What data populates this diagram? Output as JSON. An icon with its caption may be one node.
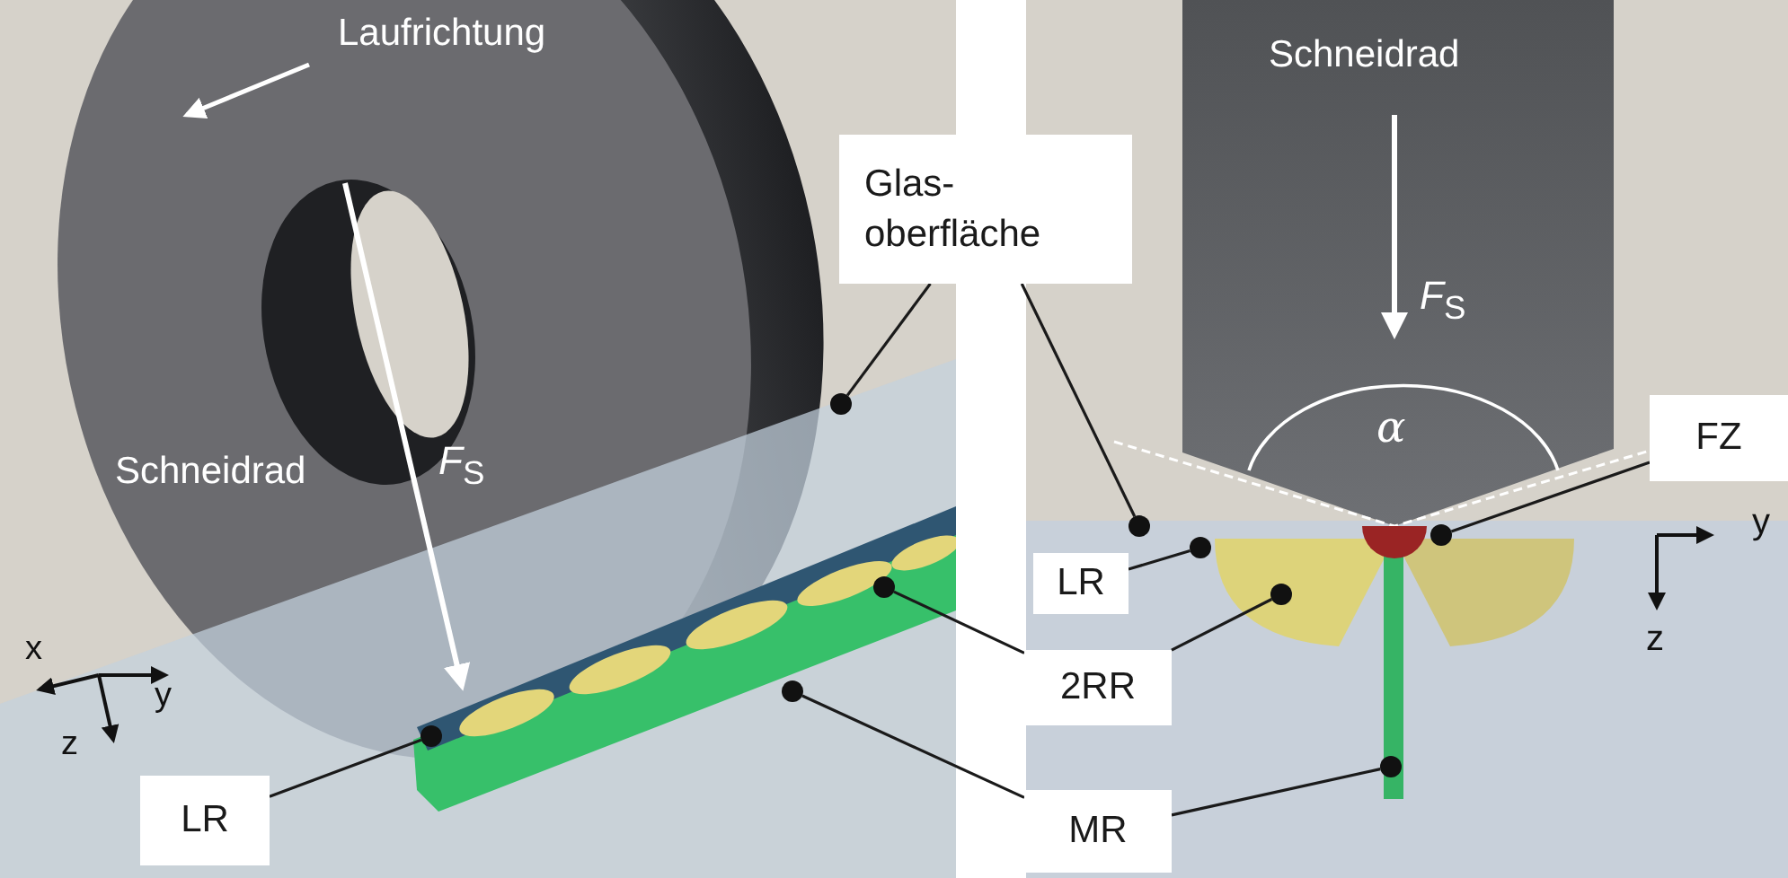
{
  "diagram": {
    "nodes": [
      {
        "text": [
          "Glas- oberfläche"
        ]
      },
      {
        "text": [],
        "shape": "circle"
      },
      {
        "text": [],
        "shape": "circle"
      },
      {
        "text": [
          "LR"
        ]
      },
      {
        "text": [],
        "shape": "circle"
      },
      {
        "text": [
          "2RR"
        ]
      },
      {
        "text": [],
        "shape": "circle"
      },
      {
        "text": [],
        "shape": "circle"
      },
      {
        "text": [
          "MR"
        ]
      },
      {
        "text": [],
        "shape": "circle"
      },
      {
        "text": [],
        "shape": "circle"
      },
      {
        "text": [
          "LR"
        ]
      },
      {
        "text": [],
        "shape": "circle"
      },
      {
        "text": [
          "FZ"
        ]
      },
      {
        "text": [],
        "shape": "circle"
      }
    ],
    "edges": [
      {
        "from": 0,
        "to": 1,
        "arrow": "none"
      },
      {
        "from": 0,
        "to": 2,
        "arrow": "none"
      },
      {
        "from": 3,
        "to": 4,
        "arrow": "none"
      },
      {
        "from": 5,
        "to": 6,
        "arrow": "none"
      },
      {
        "from": 5,
        "to": 7,
        "arrow": "none"
      },
      {
        "from": 8,
        "to": 9,
        "arrow": "none"
      },
      {
        "from": 8,
        "to": 10,
        "arrow": "none"
      },
      {
        "from": 11,
        "to": 12,
        "arrow": "none"
      },
      {
        "from": 13,
        "to": 14,
        "arrow": "none"
      }
    ],
    "labels": [
      "Laufrichtung",
      "Schneidrad",
      "*F*$_{S}$",
      "x",
      "y",
      "z",
      "Schneidrad",
      "*F*$_{S}$",
      "α",
      "y",
      "z"
    ]
  }
}
